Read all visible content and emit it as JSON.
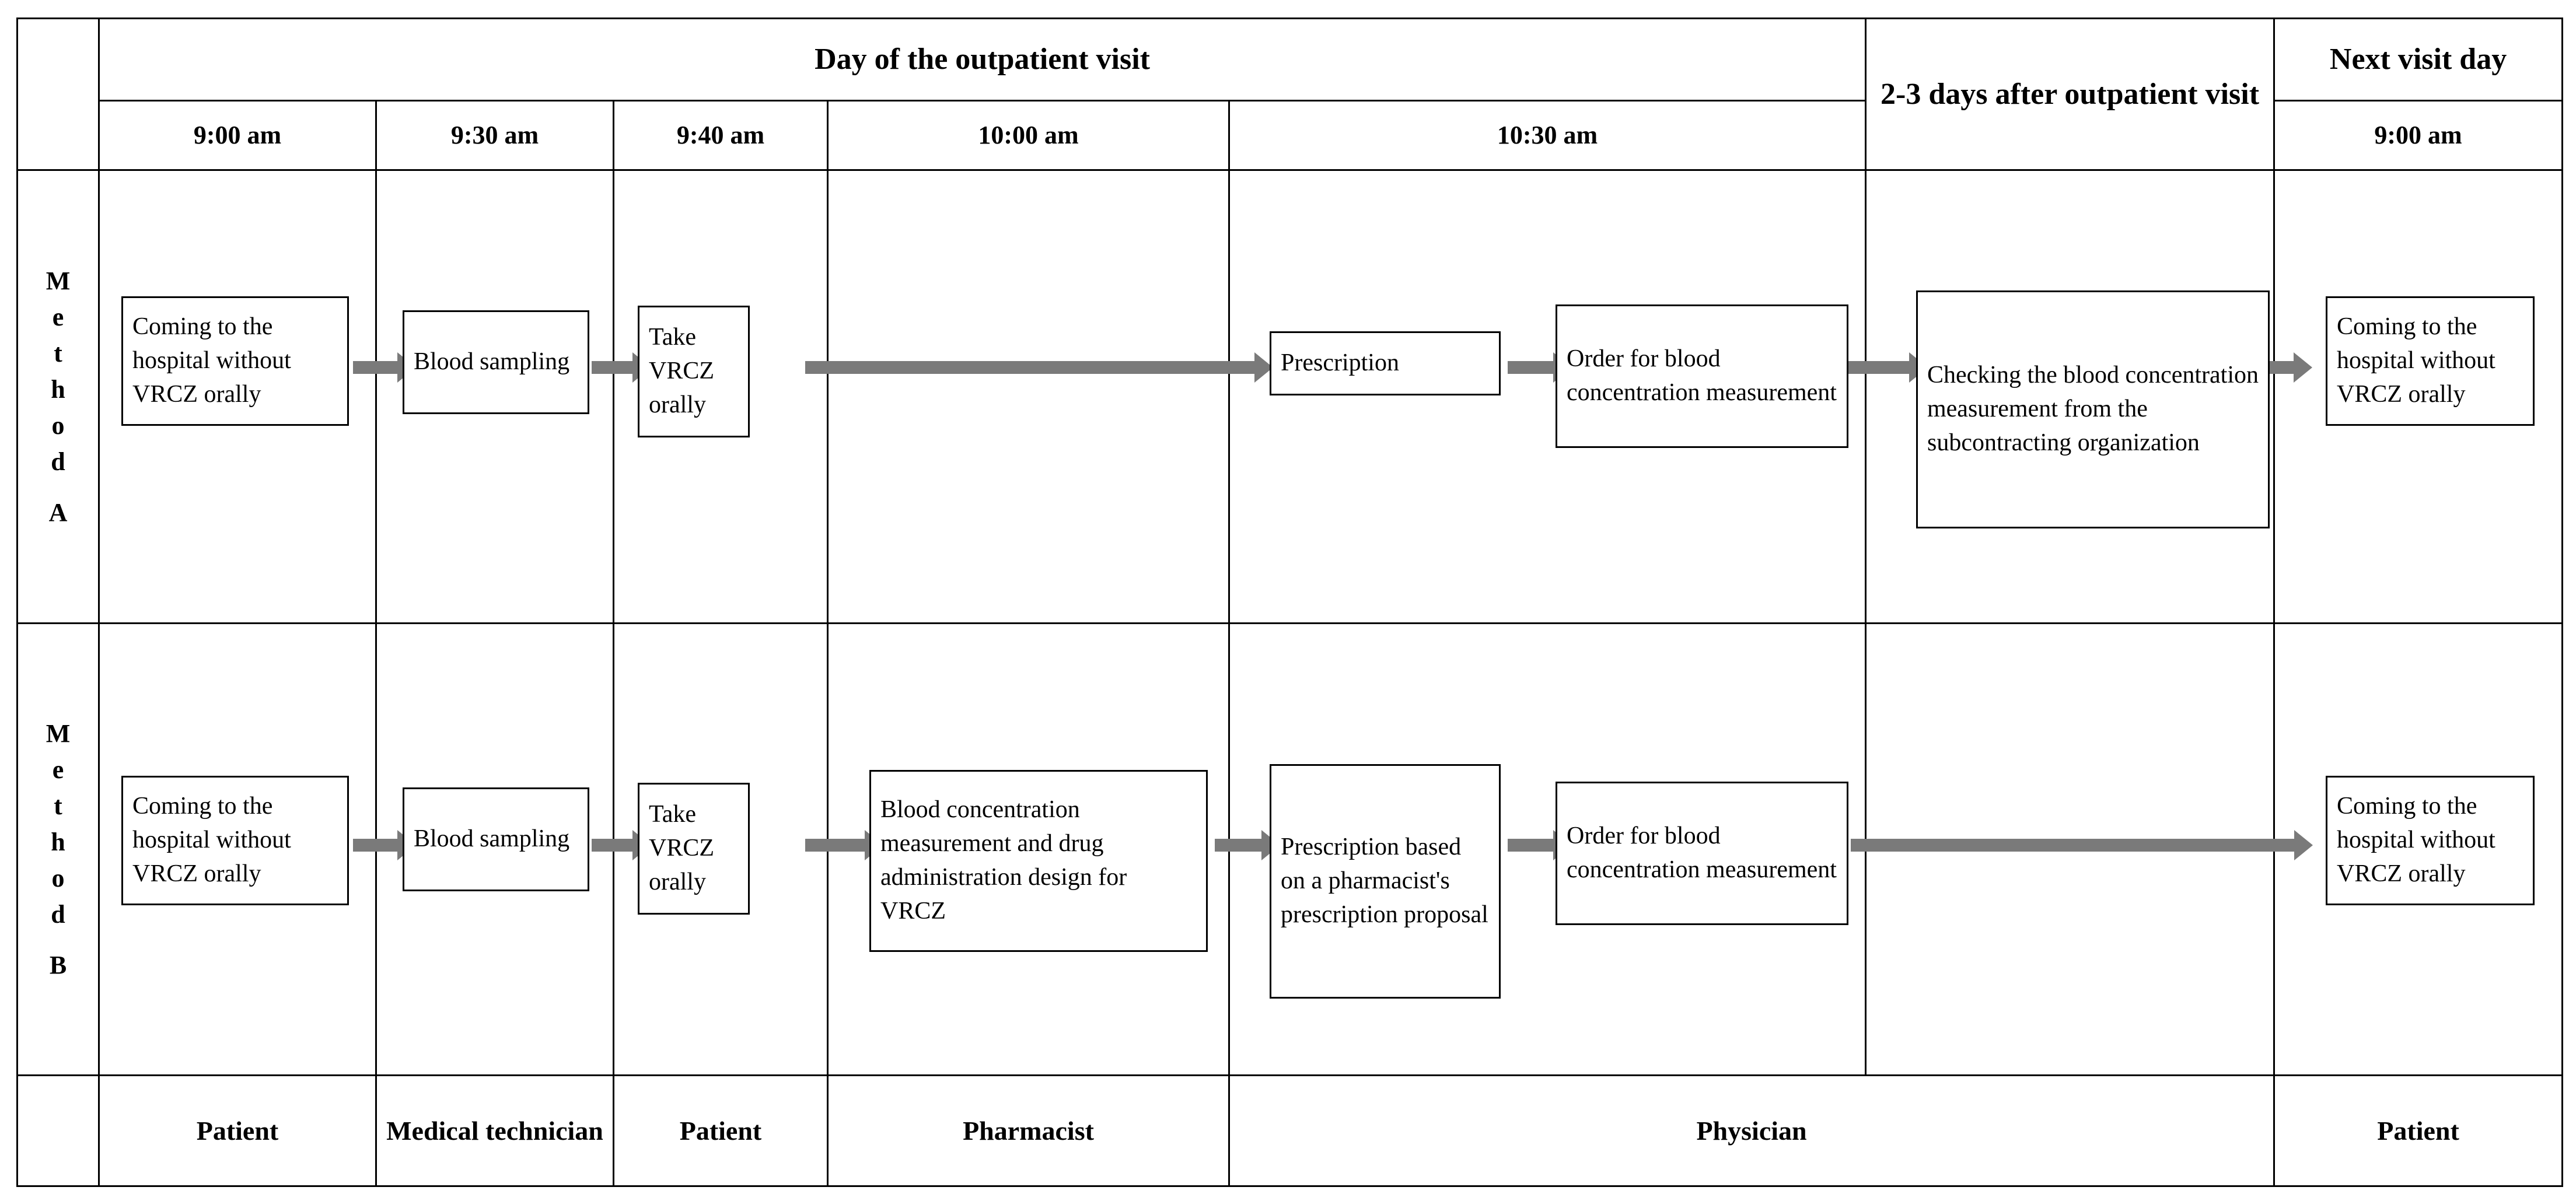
{
  "header": {
    "group_headers": [
      {
        "label": "",
        "span": 1
      },
      {
        "label": "Day of the outpatient visit",
        "span": 5
      },
      {
        "label": "2-3 days after outpatient visit",
        "span": 1
      },
      {
        "label": "Next visit day",
        "span": 1
      }
    ],
    "time_headers": [
      "",
      "9:00 am",
      "9:30 am",
      "9:40 am",
      "10:00 am",
      "10:30 am",
      "",
      "9:00 am"
    ]
  },
  "rows": {
    "method_a": {
      "label_letters": [
        "M",
        "e",
        "t",
        "h",
        "o",
        "d",
        "A"
      ],
      "label_text": "Method A",
      "steps": [
        {
          "id": "a1",
          "text": "Coming to the hospital without VRCZ orally",
          "column": "9:00 am"
        },
        {
          "id": "a2",
          "text": "Blood sampling",
          "column": "9:30 am"
        },
        {
          "id": "a3",
          "text": "Take VRCZ orally",
          "column": "9:40 am"
        },
        {
          "id": "a4",
          "text": "Prescription",
          "column": "10:30 am"
        },
        {
          "id": "a5",
          "text": "Order for blood concentration measurement",
          "column": "10:30 am"
        },
        {
          "id": "a6",
          "text": "Checking the blood concentration measurement from the subcontracting organization",
          "column": "2-3 days after outpatient visit"
        },
        {
          "id": "a7",
          "text": "Coming to the hospital without VRCZ orally",
          "column": "Next visit day"
        }
      ]
    },
    "method_b": {
      "label_letters": [
        "M",
        "e",
        "t",
        "h",
        "o",
        "d",
        "B"
      ],
      "label_text": "Method B",
      "steps": [
        {
          "id": "b1",
          "text": "Coming to the hospital without VRCZ orally",
          "column": "9:00 am"
        },
        {
          "id": "b2",
          "text": "Blood sampling",
          "column": "9:30 am"
        },
        {
          "id": "b3",
          "text": "Take VRCZ orally",
          "column": "9:40 am"
        },
        {
          "id": "b4",
          "text": "Blood concentration measurement and drug administration design for VRCZ",
          "column": "10:00 am"
        },
        {
          "id": "b5",
          "text": "Prescription based on a pharmacist's prescription proposal",
          "column": "10:30 am"
        },
        {
          "id": "b6",
          "text": "Order for blood concentration measurement",
          "column": "10:30 am"
        },
        {
          "id": "b7",
          "text": "Coming to the hospital without VRCZ orally",
          "column": "Next visit day"
        }
      ]
    }
  },
  "footer": {
    "roles": [
      {
        "label": "",
        "span": 1
      },
      {
        "label": "Patient",
        "span": 1
      },
      {
        "label": "Medical technician",
        "span": 1
      },
      {
        "label": "Patient",
        "span": 1
      },
      {
        "label": "Pharmacist",
        "span": 1
      },
      {
        "label": "Physician",
        "span": 2
      },
      {
        "label": "Patient",
        "span": 1
      }
    ]
  },
  "colors": {
    "border": "#000000",
    "arrow": "#7a7a7a",
    "background": "#ffffff"
  }
}
